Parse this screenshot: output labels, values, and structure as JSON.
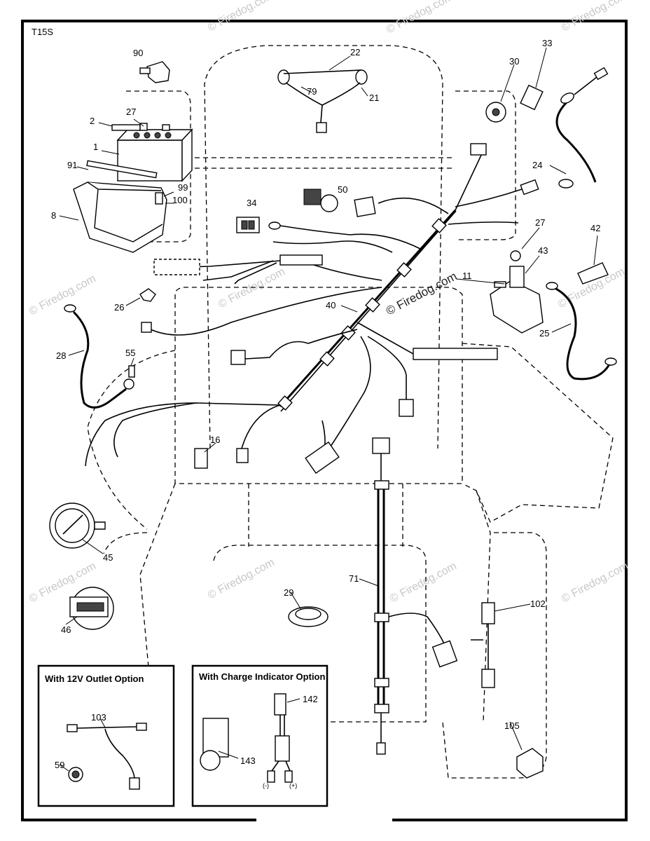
{
  "diagram": {
    "code": "T15S",
    "watermark": "© Firedog.com",
    "insets": {
      "outlet": "With 12V Outlet Option",
      "charge": "With Charge Indicator Option"
    },
    "part_numbers": {
      "p90": "90",
      "p22": "22",
      "p79": "79",
      "p21": "21",
      "p30": "30",
      "p33": "33",
      "p27a": "27",
      "p2": "2",
      "p1": "1",
      "p91": "91",
      "p99": "99",
      "p100": "100",
      "p8": "8",
      "p34": "34",
      "p50": "50",
      "p24": "24",
      "p27b": "27",
      "p42": "42",
      "p43": "43",
      "p11": "11",
      "p26": "26",
      "p40": "40",
      "p25": "25",
      "p28": "28",
      "p55": "55",
      "p16": "16",
      "p45": "45",
      "p71": "71",
      "p29": "29",
      "p102": "102",
      "p46": "46",
      "p103": "103",
      "p59": "59",
      "p142": "142",
      "p143": "143",
      "p105": "105"
    },
    "polarity": {
      "neg": "(-)",
      "pos": "(+)"
    }
  }
}
